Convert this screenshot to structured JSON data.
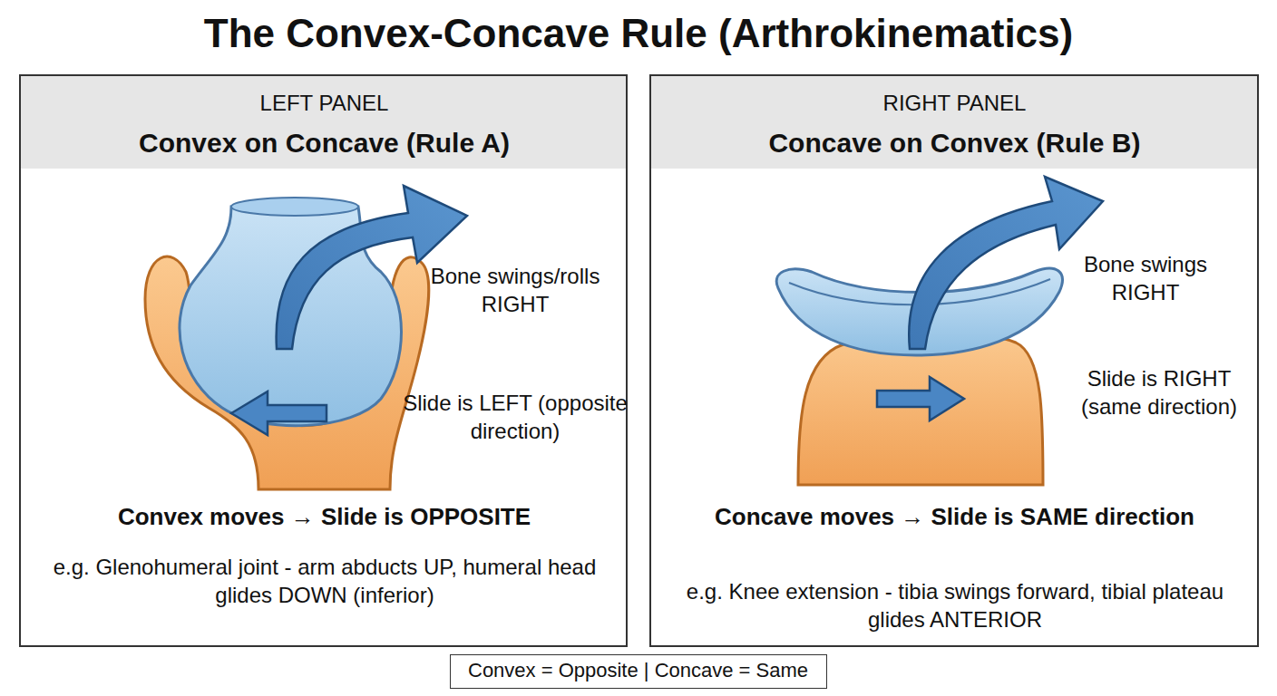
{
  "diagram": {
    "title": "The Convex-Concave Rule (Arthrokinematics)",
    "nodes": [
      {
        "text": [
          "LEFT PANEL",
          "Convex on Concave (Rule A)",
          "Bone swings/rolls RIGHT",
          "Slide is LEFT (opposite direction)",
          "Convex moves → Slide is OPPOSITE",
          "e.g. Glenohumeral joint - arm abducts UP, humeral head glides DOWN (inferior)"
        ]
      },
      {
        "text": [
          "RIGHT PANEL",
          "Concave on Convex (Rule B)",
          "Bone swings RIGHT",
          "Slide is RIGHT (same direction)",
          "Concave moves → Slide is SAME direction",
          "e.g. Knee extension - tibia swings forward, tibial plateau glides ANTERIOR"
        ]
      },
      {
        "text": [
          "Convex = Opposite | Concave = Same"
        ]
      }
    ]
  }
}
